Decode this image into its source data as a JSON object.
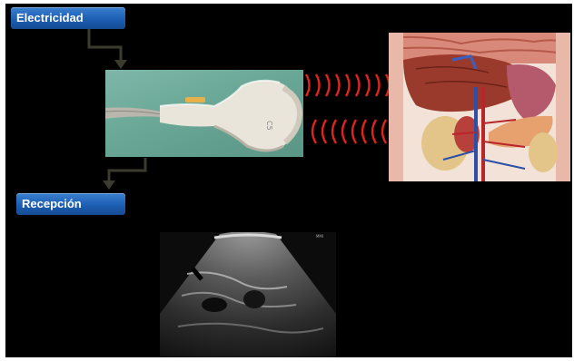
{
  "labels": {
    "top": "Electricidad",
    "bottom": "Recepción"
  },
  "colors": {
    "label_background": "#1d5fb3",
    "label_text": "#ffffff",
    "arrow": "#3b3b2e",
    "waves": "#e0241b",
    "background": "#000000"
  },
  "images": {
    "transducer": "ultrasound-transducer-photo",
    "anatomy": "abdominal-anatomy-illustration",
    "ultrasound": "ultrasound-scan-image"
  },
  "ultrasound_marker": "MMI"
}
